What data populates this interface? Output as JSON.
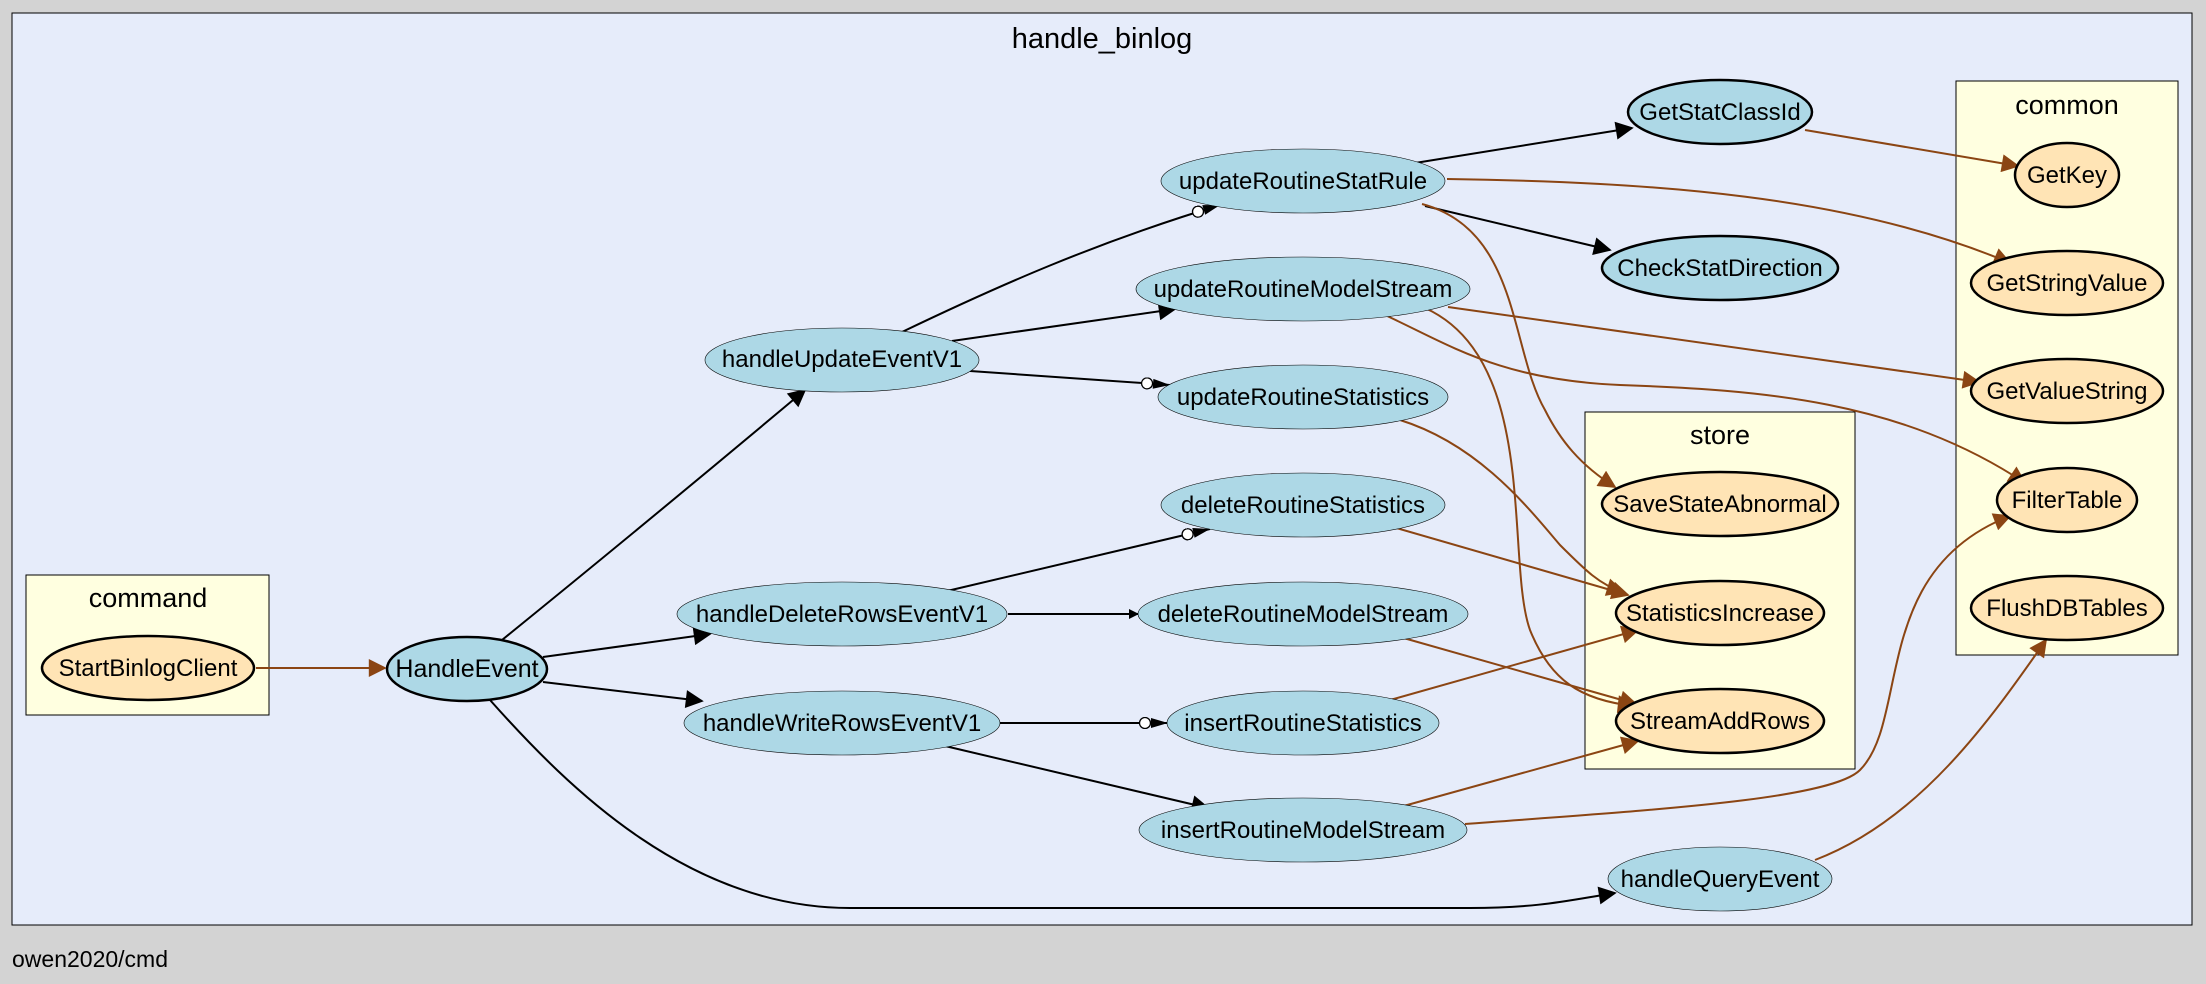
{
  "footer": {
    "text": "owen2020/cmd"
  },
  "clusters": {
    "main": {
      "label": "handle_binlog"
    },
    "command": {
      "label": "command"
    },
    "store": {
      "label": "store"
    },
    "common": {
      "label": "common"
    }
  },
  "nodes": {
    "StartBinlogClient": "StartBinlogClient",
    "HandleEvent": "HandleEvent",
    "handleUpdateEventV1": "handleUpdateEventV1",
    "handleDeleteRowsEventV1": "handleDeleteRowsEventV1",
    "handleWriteRowsEventV1": "handleWriteRowsEventV1",
    "updateRoutineStatRule": "updateRoutineStatRule",
    "updateRoutineModelStream": "updateRoutineModelStream",
    "updateRoutineStatistics": "updateRoutineStatistics",
    "deleteRoutineStatistics": "deleteRoutineStatistics",
    "deleteRoutineModelStream": "deleteRoutineModelStream",
    "insertRoutineStatistics": "insertRoutineStatistics",
    "insertRoutineModelStream": "insertRoutineModelStream",
    "handleQueryEvent": "handleQueryEvent",
    "GetStatClassId": "GetStatClassId",
    "CheckStatDirection": "CheckStatDirection",
    "SaveStateAbnormal": "SaveStateAbnormal",
    "StatisticsIncrease": "StatisticsIncrease",
    "StreamAddRows": "StreamAddRows",
    "GetKey": "GetKey",
    "GetStringValue": "GetStringValue",
    "GetValueString": "GetValueString",
    "FilterTable": "FilterTable",
    "FlushDBTables": "FlushDBTables"
  },
  "colors": {
    "background": "#d3d3d3",
    "main_cluster_fill": "#e6ecfa",
    "package_cluster_fill": "#ffffe0",
    "local_node_fill": "#add8e6",
    "external_node_fill": "#ffe4b5",
    "local_edge": "#000000",
    "external_edge": "#8b4513"
  }
}
